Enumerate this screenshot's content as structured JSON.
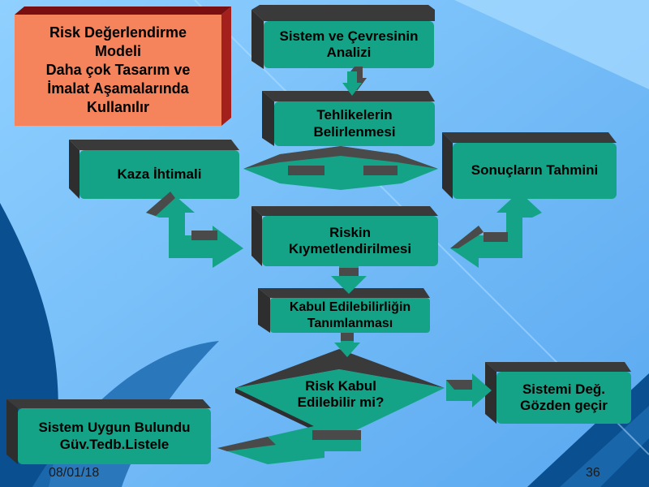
{
  "title": {
    "lines": [
      "Risk Değerlendirme",
      "Modeli",
      "Daha çok Tasarım ve",
      "İmalat Aşamalarında",
      "Kullanılır"
    ]
  },
  "nodes": {
    "system_analysis": [
      "Sistem ve Çevresinin",
      "Analizi"
    ],
    "hazard_identification": [
      "Tehlikelerin",
      "Belirlenmesi"
    ],
    "accident_probability": [
      "Kaza İhtimali"
    ],
    "consequence_estimation": [
      "Sonuçların Tahmini"
    ],
    "risk_evaluation": [
      "Riskin",
      "Kıymetlendirilmesi"
    ],
    "acceptability_definition": [
      "Kabul Edilebilirliğin",
      "Tanımlanması"
    ],
    "risk_acceptable_decision": [
      "Risk Kabul",
      "Edilebilir mi?"
    ],
    "review_system": [
      "Sistemi Değ.",
      "Gözden geçir"
    ],
    "system_ok": [
      "Sistem Uygun Bulundu",
      "Güv.Tedb.Listele"
    ]
  },
  "footer": {
    "date": "08/01/18",
    "page": "36"
  },
  "colors": {
    "node_face": "#15a387",
    "node_top": "#3a3a3a",
    "arrow_face": "#15a387",
    "arrow_dark": "#4a4a4a",
    "title_face": "#f5835b",
    "title_top": "#7a0f12",
    "title_side": "#a4201c",
    "bg_light": "#7ec3ff",
    "bg_dark": "#004a8a"
  }
}
